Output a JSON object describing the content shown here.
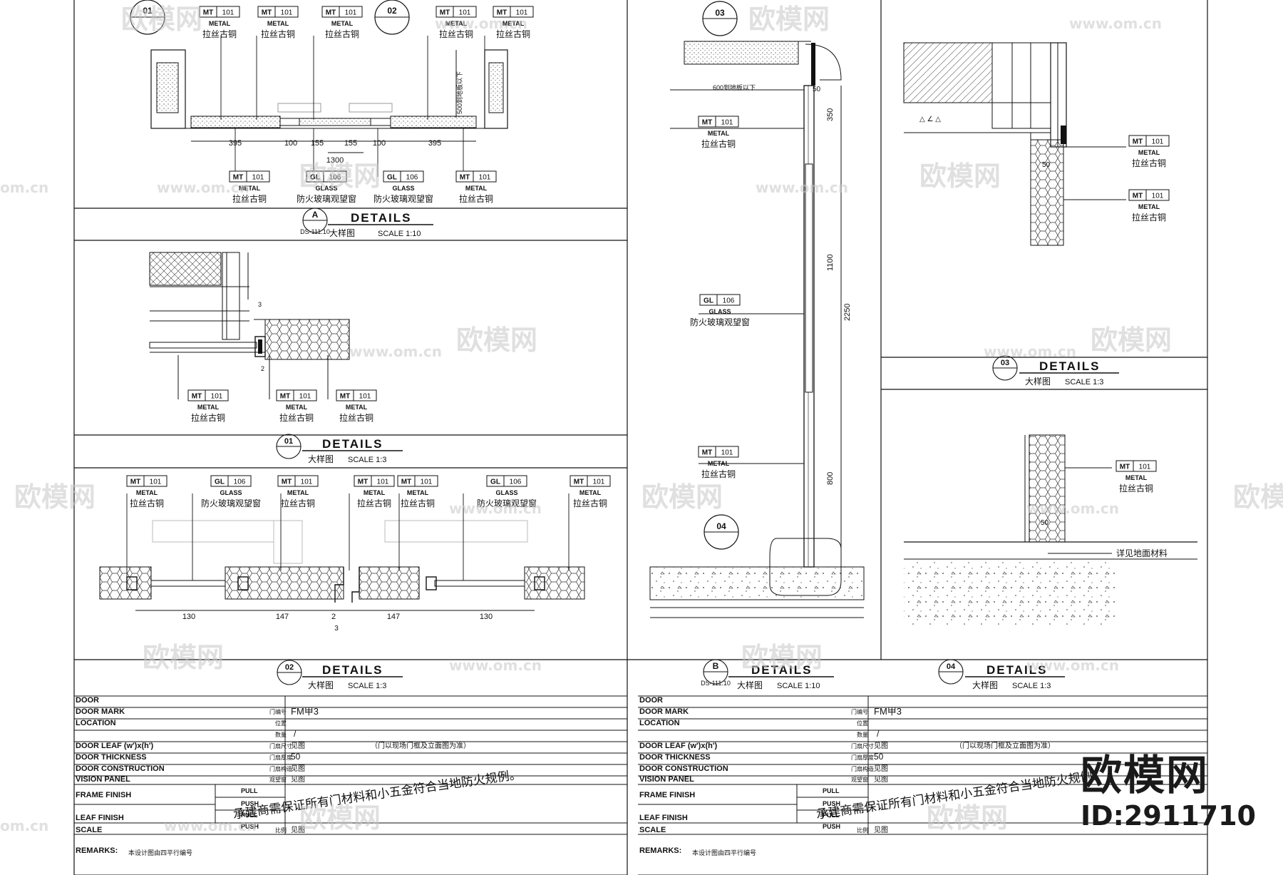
{
  "tags": {
    "metal_code": "MT",
    "metal_num": "101",
    "metal_en": "METAL",
    "metal_cn": "拉丝古铜",
    "glass_code": "GL",
    "glass_num": "106",
    "glass_en": "GLASS",
    "glass_cn": "防火玻璃观望窗"
  },
  "markers": {
    "m01": "01",
    "m02": "02",
    "m03": "03",
    "m04": "04",
    "mA": "A",
    "mB": "B",
    "ref": "DS-111.10"
  },
  "titles": {
    "details": "DETAILS",
    "cn": "大样图",
    "scale_1_10": "SCALE 1:10",
    "scale_1_3": "SCALE 1:3"
  },
  "dims": {
    "d395": "395",
    "d100": "100",
    "d155": "155",
    "d1300": "1300",
    "d500": "500到地板以下",
    "d130": "130",
    "d147": "147",
    "d2": "2",
    "d3": "3",
    "d50": "50",
    "d600": "600到地板以下",
    "d350": "350",
    "d1100": "1100",
    "d2250": "2250",
    "d800": "800",
    "floor": "详见地面材料"
  },
  "schedule": {
    "door": "DOOR",
    "door_mark": "DOOR MARK",
    "location": "LOCATION",
    "door_leaf": "DOOR LEAF (w')x(h')",
    "door_thickness": "DOOR THICKNESS",
    "door_construction": "DOOR CONSTRUCTION",
    "vision_panel": "VISION PANEL",
    "frame_finish": "FRAME FINISH",
    "leaf_finish": "LEAF FINISH",
    "scale": "SCALE",
    "remarks": "REMARKS:",
    "pull": "PULL",
    "push": "PUSH",
    "mark_cn": "门编号",
    "loc_cn": "位置",
    "blank_cn": "数量",
    "leaf_cn": "门扇尺寸",
    "thick_cn": "门扇厚度",
    "constr_cn": "门扇构造",
    "vision_cn": "观望窗",
    "scale_cn": "比例",
    "fm": "FM甲3",
    "slash": "/",
    "see_fig": "见图",
    "note_site": "（门以现场门框及立面图为准）",
    "thick_val": "50",
    "remarks_cn": "本设计图由四平行编号",
    "compliance": "承建商需保证所有门材料和小五金符合当地防火规例。"
  },
  "watermark": {
    "brand_cn": "欧模网",
    "url": "www.om.cn",
    "url_short": "om.cn",
    "id": "ID:2911710"
  }
}
